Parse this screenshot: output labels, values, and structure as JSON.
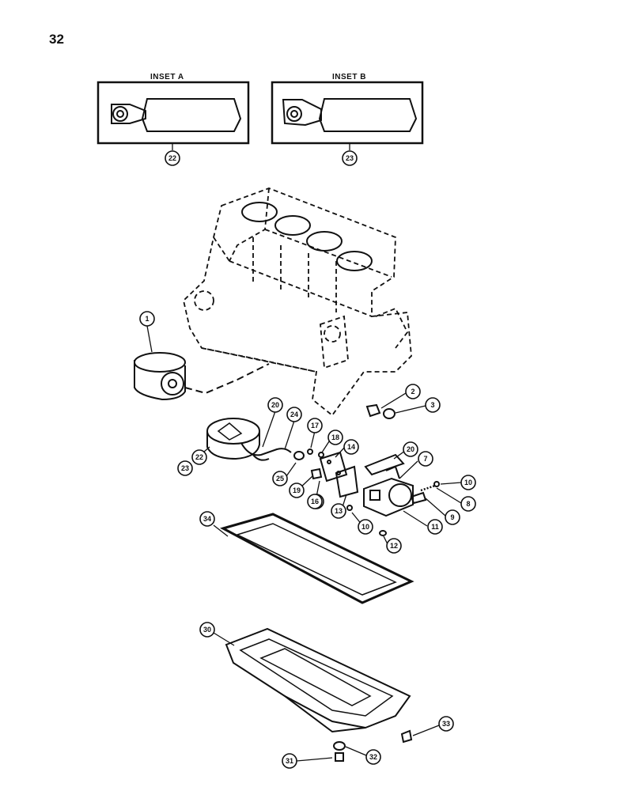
{
  "page": {
    "number": "32"
  },
  "insets": [
    {
      "title": "INSET A",
      "callout": "22"
    },
    {
      "title": "INSET B",
      "callout": "23"
    }
  ],
  "callouts": [
    {
      "id": "c1",
      "label": "1"
    },
    {
      "id": "c2",
      "label": "2"
    },
    {
      "id": "c3",
      "label": "3"
    },
    {
      "id": "c7",
      "label": "7"
    },
    {
      "id": "c8",
      "label": "8"
    },
    {
      "id": "c9",
      "label": "9"
    },
    {
      "id": "c10a",
      "label": "10"
    },
    {
      "id": "c10b",
      "label": "10"
    },
    {
      "id": "c10c",
      "label": "10"
    },
    {
      "id": "c11",
      "label": "11"
    },
    {
      "id": "c12",
      "label": "12"
    },
    {
      "id": "c13",
      "label": "13"
    },
    {
      "id": "c14",
      "label": "14"
    },
    {
      "id": "c16",
      "label": "16"
    },
    {
      "id": "c17",
      "label": "17"
    },
    {
      "id": "c18",
      "label": "18"
    },
    {
      "id": "c19",
      "label": "19"
    },
    {
      "id": "c20a",
      "label": "20"
    },
    {
      "id": "c20b",
      "label": "20"
    },
    {
      "id": "c22",
      "label": "22"
    },
    {
      "id": "c23",
      "label": "23"
    },
    {
      "id": "c24",
      "label": "24"
    },
    {
      "id": "c25",
      "label": "25"
    },
    {
      "id": "c30",
      "label": "30"
    },
    {
      "id": "c31",
      "label": "31"
    },
    {
      "id": "c32",
      "label": "32"
    },
    {
      "id": "c33",
      "label": "33"
    },
    {
      "id": "c34",
      "label": "34"
    }
  ]
}
